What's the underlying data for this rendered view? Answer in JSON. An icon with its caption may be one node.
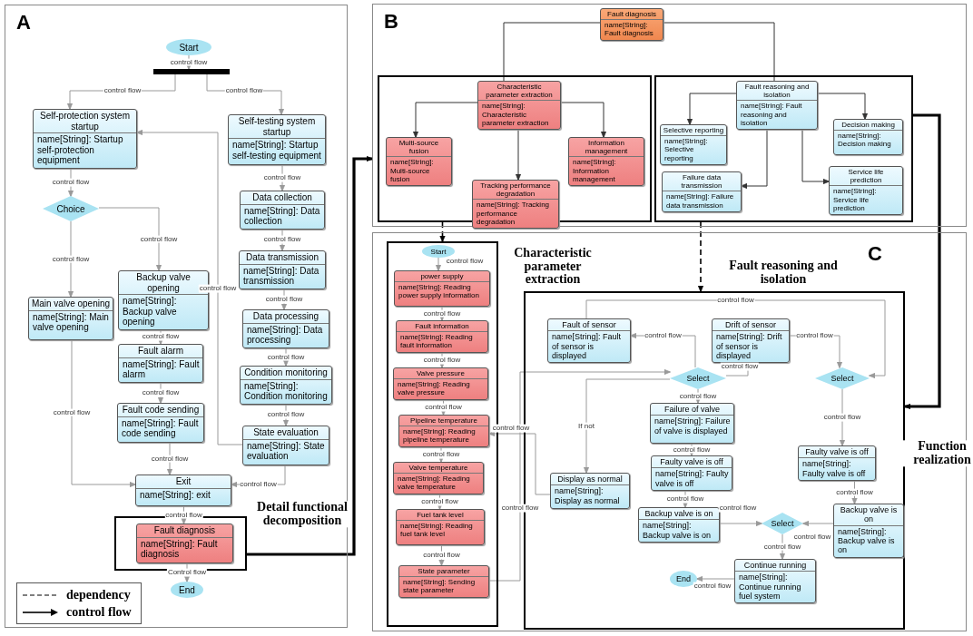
{
  "diagram": {
    "nodes": [
      {
        "text": [
          "A"
        ]
      },
      {
        "text": [
          "Start"
        ],
        "in": 0
      },
      {
        "text": [],
        "shape": "bar",
        "in": 0
      },
      {
        "text": [
          "Self-protection system startup",
          "name[String]: Startup self-protection equipment"
        ],
        "in": 0
      },
      {
        "text": [
          "Self-testing system startup",
          "name[String]: Startup self-testing equipment"
        ],
        "in": 0
      },
      {
        "text": [
          "Choice"
        ],
        "in": 0
      },
      {
        "text": [
          "Main valve opening",
          "name[String]: Main valve opening"
        ],
        "in": 0
      },
      {
        "text": [
          "Backup valve opening",
          "name[String]: Backup valve opening"
        ],
        "in": 0
      },
      {
        "text": [
          "Data collection",
          "name[String]: Data collection"
        ],
        "in": 0
      },
      {
        "text": [
          "Data transmission",
          "name[String]: Data transmission"
        ],
        "in": 0
      },
      {
        "text": [
          "Data processing",
          "name[String]: Data processing"
        ],
        "in": 0
      },
      {
        "text": [
          "Condition monitoring",
          "name[String]: Condition monitoring"
        ],
        "in": 0
      },
      {
        "text": [
          "Fault alarm",
          "name[String]: Fault alarm"
        ],
        "in": 0
      },
      {
        "text": [
          "Fault code sending",
          "name[String]: Fault code sending"
        ],
        "in": 0
      },
      {
        "text": [
          "State evaluation",
          "name[String]: State evaluation"
        ],
        "in": 0
      },
      {
        "text": [
          "Exit",
          "name[String]: exit"
        ],
        "in": 0
      },
      {
        "text": [],
        "shape": "box",
        "in": 0
      },
      {
        "text": [
          "Fault diagnosis",
          "name[String]: Fault diagnosis"
        ],
        "in": 16
      },
      {
        "text": [
          "End"
        ],
        "in": 0
      },
      {
        "text": [
          "B"
        ]
      },
      {
        "text": [
          "Fault diagnosis",
          "name[String]: Fault diagnosis"
        ],
        "in": 19
      },
      {
        "text": [],
        "shape": "box",
        "in": 19
      },
      {
        "text": [
          "Characteristic parameter extraction",
          "name[String]: Characteristic parameter extraction"
        ],
        "in": 21
      },
      {
        "text": [
          "Multi-source fusion",
          "name[String]: Multi-source fusion"
        ],
        "in": 21
      },
      {
        "text": [
          "Information management",
          "name[String]: Information management"
        ],
        "in": 21
      },
      {
        "text": [
          "Tracking performance degradation",
          "name[String]: Tracking performance degradation"
        ],
        "in": 21
      },
      {
        "text": [],
        "shape": "box",
        "in": 19
      },
      {
        "text": [
          "Fault reasoning and isolation",
          "name[String]: Fault reasoning and isolation"
        ],
        "in": 26
      },
      {
        "text": [
          "Selective reporting",
          "name[String]: Selective reporting"
        ],
        "in": 26
      },
      {
        "text": [
          "Decision making",
          "name[String]: Decision making"
        ],
        "in": 26
      },
      {
        "text": [
          "Failure data transmission",
          "name[String]: Failure data transmission"
        ],
        "in": 26
      },
      {
        "text": [
          "Service life prediction",
          "name[String]: Service life prediction"
        ],
        "in": 26
      },
      {
        "text": [
          "C"
        ]
      },
      {
        "text": [
          "Characteristic parameter extraction"
        ],
        "in": 32
      },
      {
        "text": [
          "Start"
        ],
        "in": 33
      },
      {
        "text": [
          "power supply",
          "name[String]: Reading power supply information"
        ],
        "in": 33
      },
      {
        "text": [
          "Fault information",
          "name[String]: Reading fault information"
        ],
        "in": 33
      },
      {
        "text": [
          "Valve pressure",
          "name[String]: Reading valve pressure"
        ],
        "in": 33
      },
      {
        "text": [
          "Pipeline temperature",
          "name[String]: Reading pipeline temperature"
        ],
        "in": 33
      },
      {
        "text": [
          "Valve temperature",
          "name[String]: Reading valve temperature"
        ],
        "in": 33
      },
      {
        "text": [
          "Fuel tank level",
          "name[String]: Reading fuel tank level"
        ],
        "in": 33
      },
      {
        "text": [
          "State parameter",
          "name[String]: Sending state parameter"
        ],
        "in": 33
      },
      {
        "text": [
          "Fault reasoning and isolation"
        ],
        "in": 32
      },
      {
        "text": [
          "Fault of sensor",
          "name[String]: Fault of sensor is displayed"
        ],
        "in": 42
      },
      {
        "text": [
          "Drift of sensor",
          "name[String]: Drift of sensor is displayed"
        ],
        "in": 42
      },
      {
        "text": [
          "Select"
        ],
        "in": 42
      },
      {
        "text": [
          "Select"
        ],
        "in": 42
      },
      {
        "text": [
          "Failure of valve",
          "name[String]: Failure of valve is displayed"
        ],
        "in": 42
      },
      {
        "text": [
          "Display as normal",
          "name[String]: Display as normal"
        ],
        "in": 42
      },
      {
        "text": [
          "Faulty valve is off",
          "name[String]: Faulty valve is off"
        ],
        "in": 42
      },
      {
        "text": [
          "Faulty valve is off",
          "name[String]: Faulty valve is off"
        ],
        "in": 42
      },
      {
        "text": [
          "Backup valve is on",
          "name[String]: Backup valve is on"
        ],
        "in": 42
      },
      {
        "text": [
          "Select"
        ],
        "in": 42
      },
      {
        "text": [
          "Backup valve is on",
          "name[String]: Backup valve is on"
        ],
        "in": 42
      },
      {
        "text": [
          "Continue running",
          "name[String]: Continue running fuel system"
        ],
        "in": 42
      },
      {
        "text": [
          "End"
        ],
        "in": 42
      }
    ],
    "edges": [
      {
        "from": 1,
        "to": 2,
        "arrow": "to",
        "label": "control flow"
      },
      {
        "from": 2,
        "to": 3,
        "arrow": "to",
        "label": "control flow"
      },
      {
        "from": 2,
        "to": 4,
        "arrow": "to",
        "label": "control flow"
      },
      {
        "from": 3,
        "to": 5,
        "arrow": "to",
        "label": "control flow"
      },
      {
        "from": 5,
        "to": 6,
        "arrow": "to",
        "label": "control flow"
      },
      {
        "from": 5,
        "to": 7,
        "arrow": "to",
        "label": "control flow"
      },
      {
        "from": 14,
        "to": 3,
        "arrow": "to",
        "label": "control flow"
      },
      {
        "from": 4,
        "to": 8,
        "arrow": "to",
        "label": "control flow"
      },
      {
        "from": 8,
        "to": 9,
        "arrow": "to",
        "label": "control flow"
      },
      {
        "from": 9,
        "to": 10,
        "arrow": "to",
        "label": "control flow"
      },
      {
        "from": 10,
        "to": 11,
        "arrow": "to",
        "label": "control flow"
      },
      {
        "from": 11,
        "to": 14,
        "arrow": "to",
        "label": "control flow"
      },
      {
        "from": 7,
        "to": 12,
        "arrow": "to",
        "label": "control flow"
      },
      {
        "from": 12,
        "to": 13,
        "arrow": "to",
        "label": "control flow"
      },
      {
        "from": 13,
        "to": 15,
        "arrow": "to",
        "label": "control flow"
      },
      {
        "from": 6,
        "to": 15,
        "arrow": "to",
        "label": "control flow"
      },
      {
        "from": 14,
        "to": 15,
        "arrow": "to",
        "label": "control flow"
      },
      {
        "from": 15,
        "to": 17,
        "arrow": "to",
        "label": "control flow"
      },
      {
        "from": 17,
        "to": 18,
        "arrow": "to",
        "label": "Control flow"
      },
      {
        "from": 16,
        "to": 19,
        "arrow": "to",
        "label": "Detail functional decomposition",
        "style": "thick",
        "color": "#000000"
      },
      {
        "from": 20,
        "to": 22,
        "arrow": "none",
        "color": "#333333"
      },
      {
        "from": 20,
        "to": 27,
        "arrow": "none",
        "color": "#333333"
      },
      {
        "from": 22,
        "to": 23,
        "arrow": "to",
        "color": "#333333"
      },
      {
        "from": 22,
        "to": 24,
        "arrow": "to",
        "color": "#333333"
      },
      {
        "from": 22,
        "to": 25,
        "arrow": "to",
        "color": "#333333"
      },
      {
        "from": 27,
        "to": 28,
        "arrow": "to",
        "color": "#333333"
      },
      {
        "from": 27,
        "to": 29,
        "arrow": "to",
        "color": "#333333"
      },
      {
        "from": 27,
        "to": 30,
        "arrow": "to",
        "color": "#333333"
      },
      {
        "from": 27,
        "to": 31,
        "arrow": "to",
        "color": "#333333"
      },
      {
        "from": 21,
        "to": 33,
        "arrow": "to",
        "style": "dashed",
        "color": "#000000"
      },
      {
        "from": 26,
        "to": 42,
        "arrow": "to",
        "style": "dashed",
        "color": "#000000"
      },
      {
        "from": 26,
        "to": 42,
        "arrow": "to",
        "label": "Function realization",
        "style": "thick",
        "color": "#000000"
      },
      {
        "from": 34,
        "to": 35,
        "arrow": "to",
        "label": "control flow"
      },
      {
        "from": 35,
        "to": 36,
        "arrow": "to",
        "label": "control flow"
      },
      {
        "from": 36,
        "to": 37,
        "arrow": "to",
        "label": "control flow"
      },
      {
        "from": 37,
        "to": 38,
        "arrow": "to",
        "label": "control flow"
      },
      {
        "from": 38,
        "to": 39,
        "arrow": "to",
        "label": "control flow"
      },
      {
        "from": 39,
        "to": 40,
        "arrow": "to",
        "label": "control flow"
      },
      {
        "from": 40,
        "to": 41,
        "arrow": "to",
        "label": "control flow"
      },
      {
        "from": 41,
        "to": 45,
        "arrow": "to",
        "label": "control flow"
      },
      {
        "from": 48,
        "to": 38,
        "arrow": "to",
        "label": "control flow"
      },
      {
        "from": 43,
        "to": 46,
        "arrow": "to",
        "label": "control flow"
      },
      {
        "from": 45,
        "to": 43,
        "arrow": "to",
        "label": "control flow"
      },
      {
        "from": 45,
        "to": 44,
        "arrow": "to",
        "label": "control flow"
      },
      {
        "from": 44,
        "to": 46,
        "arrow": "to",
        "label": "control flow"
      },
      {
        "from": 45,
        "to": 48,
        "arrow": "to",
        "label": "If not"
      },
      {
        "from": 45,
        "to": 47,
        "arrow": "to",
        "label": "control flow"
      },
      {
        "from": 46,
        "to": 50,
        "arrow": "to",
        "label": "control flow"
      },
      {
        "from": 47,
        "to": 49,
        "arrow": "to",
        "label": "control flow"
      },
      {
        "from": 49,
        "to": 51,
        "arrow": "to",
        "label": "control flow"
      },
      {
        "from": 50,
        "to": 53,
        "arrow": "to",
        "label": "control flow"
      },
      {
        "from": 51,
        "to": 52,
        "arrow": "to",
        "label": "control flow"
      },
      {
        "from": 53,
        "to": 52,
        "arrow": "to",
        "label": "control flow"
      },
      {
        "from": 52,
        "to": 54,
        "arrow": "to",
        "label": "control flow"
      },
      {
        "from": 54,
        "to": 55,
        "arrow": "to",
        "label": "control flow"
      }
    ],
    "legend": [
      {
        "text": "dependency"
      },
      {
        "text": "control flow"
      }
    ]
  }
}
